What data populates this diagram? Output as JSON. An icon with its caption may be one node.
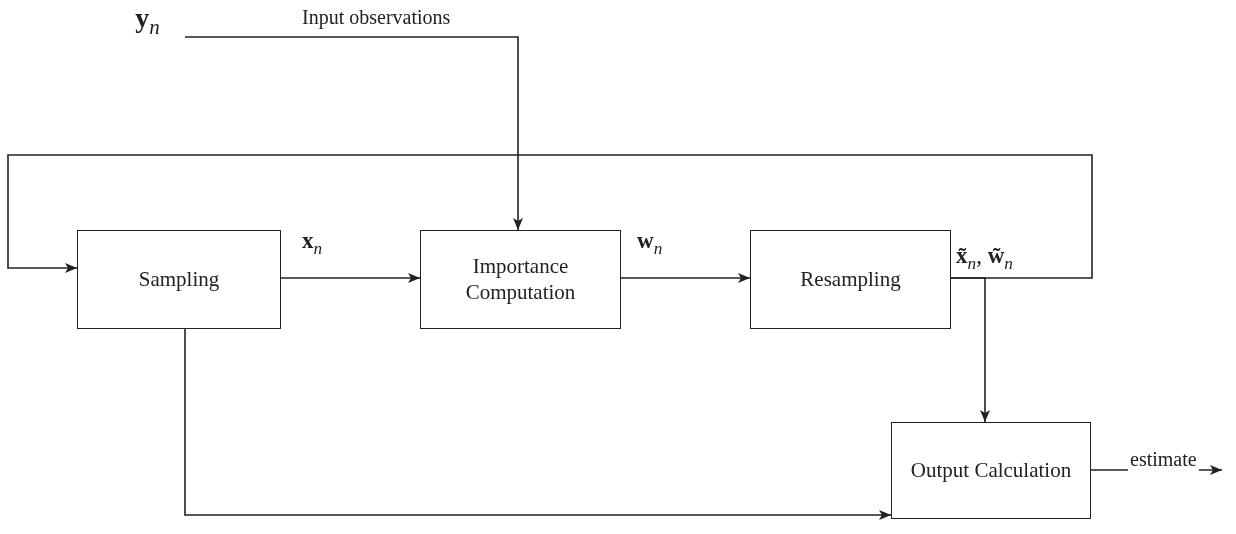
{
  "diagram": {
    "nodes": [
      {
        "text": [
          "**y**$_{n}$"
        ]
      },
      {
        "text": [
          "Sampling"
        ]
      },
      {
        "text": [
          "Importance Computation"
        ]
      },
      {
        "text": [
          "Resampling"
        ]
      },
      {
        "text": [
          "Output Calculation"
        ]
      }
    ],
    "edges": [
      {
        "from": 0,
        "to": 2,
        "arrow": "to",
        "label": "Input observations"
      },
      {
        "from": 1,
        "to": 2,
        "arrow": "to",
        "label": "**x**$_{n}$"
      },
      {
        "from": 2,
        "to": 3,
        "arrow": "to",
        "label": "**w**$_{n}$"
      },
      {
        "from": 3,
        "to": 1,
        "arrow": "to",
        "label": "**x̃**$_{n}$, **w̃**$_{n}$"
      },
      {
        "from": 3,
        "to": 4,
        "arrow": "to"
      },
      {
        "from": 1,
        "to": 4,
        "arrow": "to"
      },
      {
        "from": 4,
        "to": null,
        "arrow": "to",
        "label": "estimate"
      }
    ]
  }
}
